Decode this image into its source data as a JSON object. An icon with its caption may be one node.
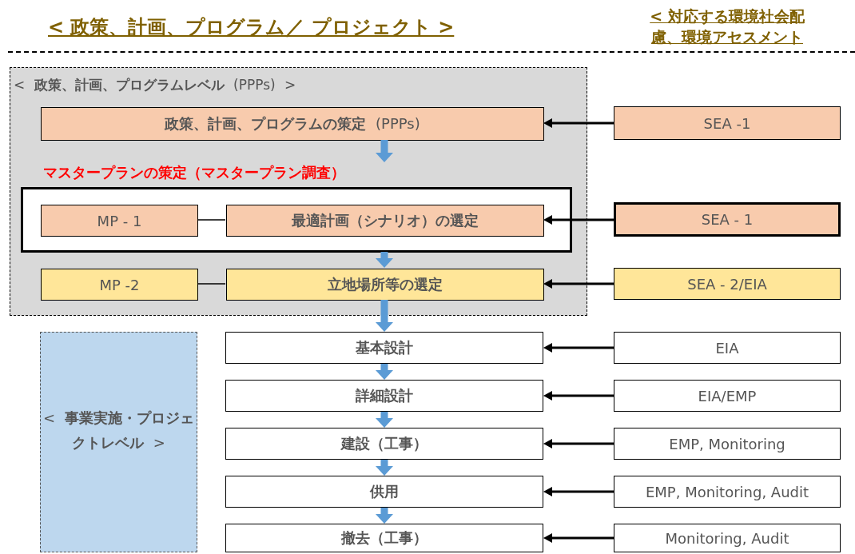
{
  "diagram": {
    "title": "< 政策、計画、プログラム／ プロジェクト >",
    "nodes": [
      {
        "text": [
          "< **政策、計画、プログラムレベル** (PPPs) >"
        ]
      },
      {
        "text": [
          "**政策、計画、プログラムの策定** (PPPs)"
        ],
        "in": 0
      },
      {
        "text": [
          "SEA -1"
        ]
      },
      {
        "text": [
          "マスタープランの策定（マスタープラン調査）"
        ],
        "in": 0
      },
      {
        "text": [
          "MP - 1"
        ],
        "in": 3
      },
      {
        "text": [
          "最適計画（シナリオ）の選定"
        ],
        "in": 3
      },
      {
        "text": [
          "SEA - 1"
        ]
      },
      {
        "text": [
          "MP -2"
        ],
        "in": 0
      },
      {
        "text": [
          "立地場所等の選定"
        ],
        "in": 0
      },
      {
        "text": [
          "SEA - 2/EIA"
        ]
      },
      {
        "text": [
          "< **事業実施・プロジェクトレベル** >"
        ]
      },
      {
        "text": [
          "基本設計"
        ]
      },
      {
        "text": [
          "EIA"
        ]
      },
      {
        "text": [
          "詳細設計"
        ]
      },
      {
        "text": [
          "EIA/EMP"
        ]
      },
      {
        "text": [
          "建設（工事）"
        ]
      },
      {
        "text": [
          "EMP, Monitoring"
        ]
      },
      {
        "text": [
          "供用"
        ]
      },
      {
        "text": [
          "EMP, Monitoring, Audit"
        ]
      },
      {
        "text": [
          "撤去（工事）"
        ]
      },
      {
        "text": [
          "Monitoring, Audit"
        ]
      }
    ],
    "edges": [
      {
        "from": 2,
        "to": 1,
        "arrow": "to"
      },
      {
        "from": 1,
        "to": 3,
        "arrow": "to",
        "style": "thick",
        "color": "#5b9bd5"
      },
      {
        "from": 4,
        "to": 5,
        "arrow": "none"
      },
      {
        "from": 6,
        "to": 5,
        "arrow": "to"
      },
      {
        "from": 3,
        "to": 8,
        "arrow": "to",
        "style": "thick",
        "color": "#5b9bd5"
      },
      {
        "from": 7,
        "to": 8,
        "arrow": "none"
      },
      {
        "from": 9,
        "to": 8,
        "arrow": "to"
      },
      {
        "from": 8,
        "to": 11,
        "arrow": "to",
        "style": "thick",
        "color": "#5b9bd5"
      },
      {
        "from": 12,
        "to": 11,
        "arrow": "to"
      },
      {
        "from": 11,
        "to": 13,
        "arrow": "to",
        "style": "thick",
        "color": "#5b9bd5"
      },
      {
        "from": 14,
        "to": 13,
        "arrow": "to"
      },
      {
        "from": 13,
        "to": 15,
        "arrow": "to",
        "style": "thick",
        "color": "#5b9bd5"
      },
      {
        "from": 16,
        "to": 15,
        "arrow": "to"
      },
      {
        "from": 15,
        "to": 17,
        "arrow": "to",
        "style": "thick",
        "color": "#5b9bd5"
      },
      {
        "from": 18,
        "to": 17,
        "arrow": "to"
      },
      {
        "from": 17,
        "to": 19,
        "arrow": "to",
        "style": "thick",
        "color": "#5b9bd5"
      },
      {
        "from": 20,
        "to": 19,
        "arrow": "to"
      }
    ],
    "labels": [
      "< 対応する環境社会配慮、環境アセスメント"
    ]
  }
}
